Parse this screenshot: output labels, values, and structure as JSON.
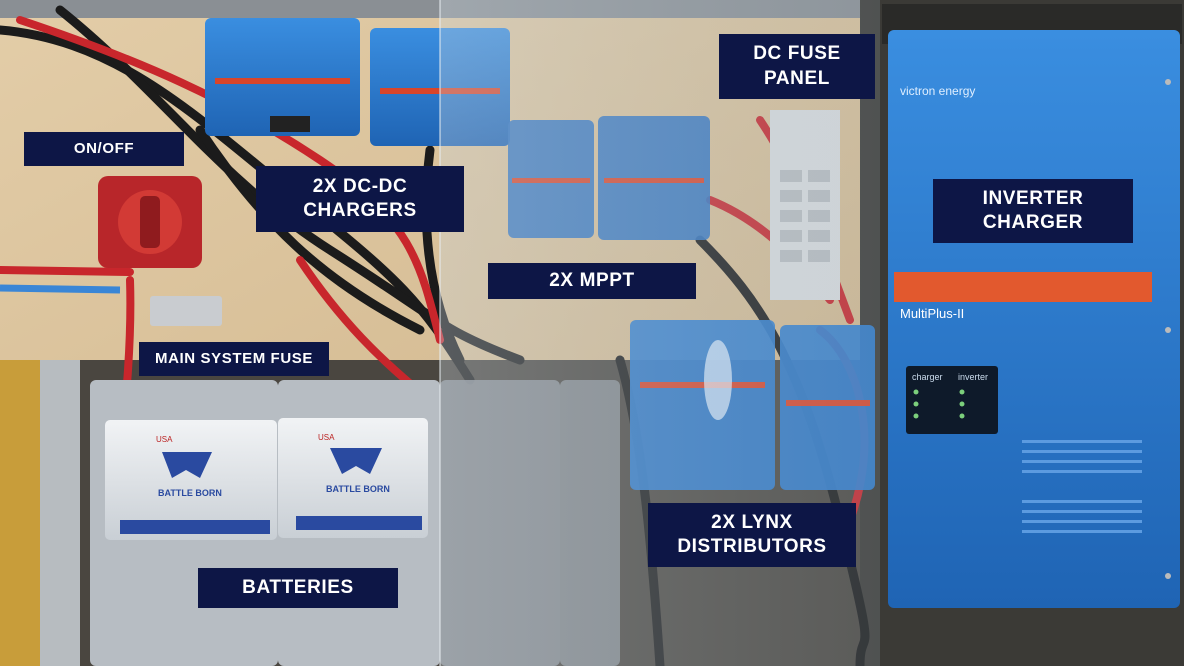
{
  "colors": {
    "label_background": "#0d1646",
    "label_text": "#ffffff",
    "victron_blue": "#2f7fd0",
    "battery_white": "#e8ebee",
    "cable_red": "#c8262c",
    "cable_black": "#1b1b1b",
    "wood_panel": "#d9c19a"
  },
  "callouts": {
    "on_off": {
      "line1": "ON/OFF"
    },
    "dc_dc_chargers": {
      "line1": "2X DC-DC",
      "line2": "CHARGERS"
    },
    "mppt": {
      "line1": "2X MPPT"
    },
    "dc_fuse_panel": {
      "line1": "DC FUSE",
      "line2": "PANEL"
    },
    "inverter_charger": {
      "line1": "INVERTER",
      "line2": "CHARGER"
    },
    "main_system_fuse": {
      "line1": "MAIN SYSTEM FUSE"
    },
    "batteries": {
      "line1": "BATTERIES"
    },
    "lynx_distributors": {
      "line1": "2X LYNX",
      "line2": "DISTRIBUTORS"
    }
  },
  "device_text": {
    "inverter_brand": "victron energy",
    "inverter_model": "MultiPlus-II",
    "inverter_panel_left": "charger",
    "inverter_panel_right": "inverter",
    "battery_brand": "BATTLE BORN",
    "battery_badge": "USA"
  },
  "icons": {
    "battery_switch": "battery-disconnect-switch-icon",
    "battery_logo": "battle-born-logo-icon"
  }
}
